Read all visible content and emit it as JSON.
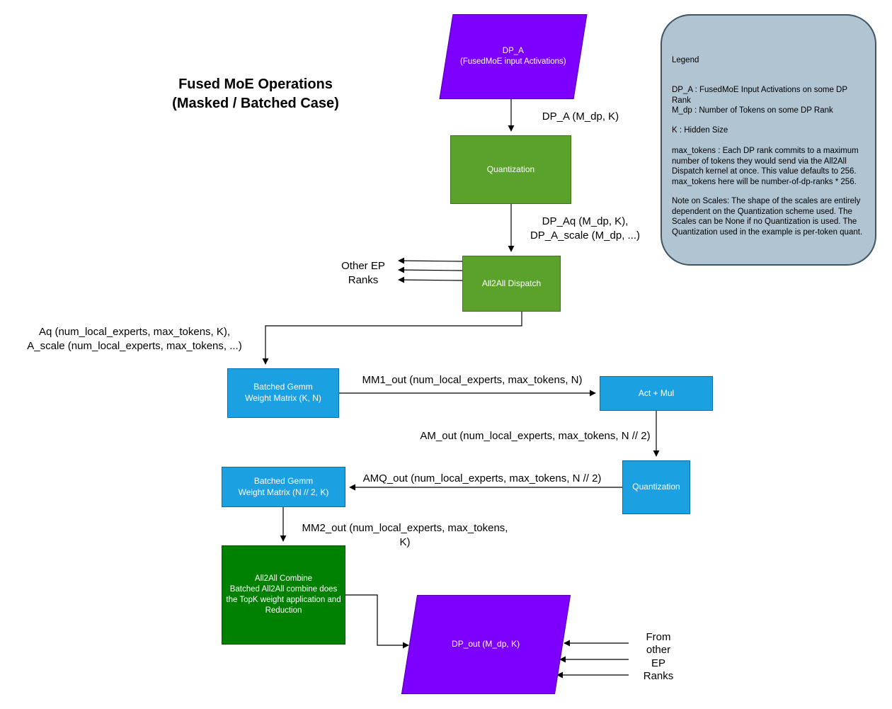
{
  "colors": {
    "purple": "#7d00ff",
    "green": "#5aa22c",
    "dark_green": "#008000",
    "blue": "#1ba1e2",
    "legend_bg": "#b0c4d1",
    "legend_border": "#3e5565"
  },
  "title": "Fused MoE Operations\n(Masked / Batched Case)",
  "nodes": {
    "dp_a": "DP_A\n(FusedMoE input Activations)",
    "quantization_1": "Quantization",
    "all2all_dispatch": "All2All Dispatch",
    "batched_gemm_1": "Batched Gemm\nWeight Matrix (K, N)",
    "act_mul": "Act + Mul",
    "quantization_2": "Quantization",
    "batched_gemm_2": "Batched Gemm\nWeight Matrix (N // 2, K)",
    "all2all_combine": "All2All Combine\nBatched All2All combine does\nthe TopK weight application and\nReduction",
    "dp_out": "DP_out (M_dp, K)"
  },
  "edge_labels": {
    "dp_a_out": "DP_A (M_dp, K)",
    "dp_aq": "DP_Aq (M_dp, K),\nDP_A_scale (M_dp, ...)",
    "aq": "Aq (num_local_experts, max_tokens, K),\nA_scale (num_local_experts, max_tokens, ...)",
    "mm1_out": "MM1_out (num_local_experts, max_tokens, N)",
    "am_out": "AM_out (num_local_experts, max_tokens, N // 2)",
    "amq_out": "AMQ_out (num_local_experts, max_tokens, N // 2)",
    "mm2_out": "MM2_out (num_local_experts, max_tokens, K)",
    "other_ep_ranks": "Other EP\nRanks",
    "from_other_ep_ranks": "From\nother\nEP\nRanks"
  },
  "legend": {
    "title": "Legend",
    "items": [
      "DP_A : FusedMoE Input Activations on some DP Rank",
      "M_dp : Number of Tokens on some DP Rank",
      "K : Hidden Size",
      "max_tokens : Each DP rank commits to a maximum number of tokens they would send via the All2All Dispatch kernel at once. This value defaults to 256. max_tokens here will be number-of-dp-ranks * 256.",
      "Note on Scales: The shape of the scales are entirely dependent on the Quantization scheme used. The Scales can be None if no Quantization is used. The Quantization used in the example is per-token quant."
    ]
  }
}
